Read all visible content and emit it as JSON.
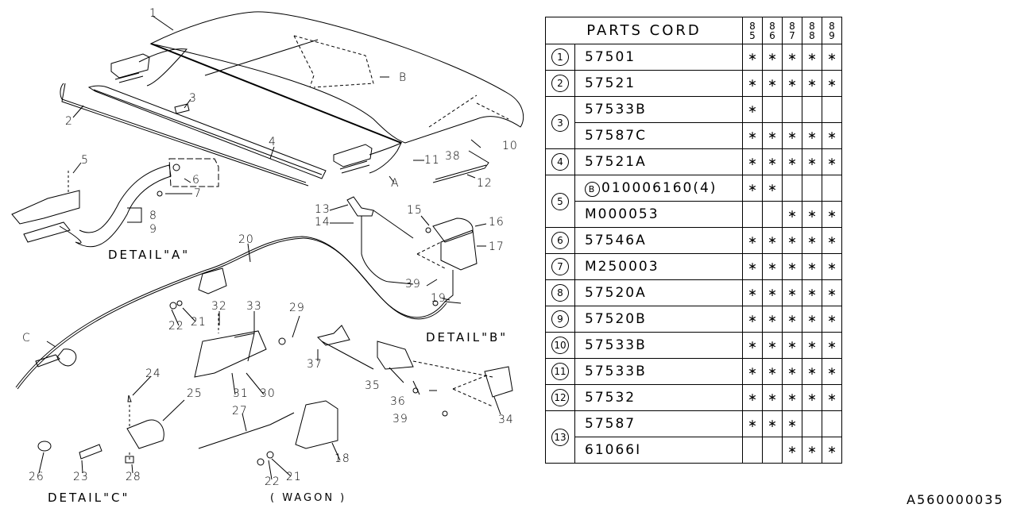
{
  "diagram": {
    "captions": {
      "detail_a": "DETAIL\"A\"",
      "detail_b": "DETAIL\"B\"",
      "detail_c": "DETAIL\"C\"",
      "wagon": "( WAGON )"
    },
    "callouts": {
      "c1": "1",
      "c2": "2",
      "c3": "3",
      "c4": "4",
      "c5": "5",
      "c6": "6",
      "c7": "7",
      "c8": "8",
      "c9": "9",
      "c10": "10",
      "c11": "11",
      "c12": "12",
      "c13": "13",
      "c14": "14",
      "c15": "15",
      "c16": "16",
      "c17": "17",
      "c18": "18",
      "c19": "19",
      "c20": "20",
      "c21a": "21",
      "c21b": "21",
      "c22a": "22",
      "c22b": "22",
      "c23": "23",
      "c24": "24",
      "c25": "25",
      "c26": "26",
      "c27": "27",
      "c28": "28",
      "c29": "29",
      "c30": "30",
      "c31": "31",
      "c32": "32",
      "c33": "33",
      "c34": "34",
      "c35": "35",
      "c36": "36",
      "c37": "37",
      "c38": "38",
      "c39a": "39",
      "c39b": "39",
      "ref_a": "A",
      "ref_b": "B",
      "ref_c": "C"
    }
  },
  "table": {
    "title": "PARTS CORD",
    "years": [
      [
        "8",
        "5"
      ],
      [
        "8",
        "6"
      ],
      [
        "8",
        "7"
      ],
      [
        "8",
        "8"
      ],
      [
        "8",
        "9"
      ]
    ],
    "mark": "∗",
    "rows": [
      {
        "ref": "1",
        "code": "57501",
        "badge": "",
        "years": [
          true,
          true,
          true,
          true,
          true
        ]
      },
      {
        "ref": "2",
        "code": "57521",
        "badge": "",
        "years": [
          true,
          true,
          true,
          true,
          true
        ]
      },
      {
        "ref": "3",
        "code": "57533B",
        "badge": "",
        "years": [
          true,
          false,
          false,
          false,
          false
        ]
      },
      {
        "ref": "",
        "code": "57587C",
        "badge": "",
        "years": [
          true,
          true,
          true,
          true,
          true
        ]
      },
      {
        "ref": "4",
        "code": "57521A",
        "badge": "",
        "years": [
          true,
          true,
          true,
          true,
          true
        ]
      },
      {
        "ref": "5",
        "code": "010006160(4)",
        "badge": "B",
        "years": [
          true,
          true,
          false,
          false,
          false
        ]
      },
      {
        "ref": "",
        "code": "M000053",
        "badge": "",
        "years": [
          false,
          false,
          true,
          true,
          true
        ]
      },
      {
        "ref": "6",
        "code": "57546A",
        "badge": "",
        "years": [
          true,
          true,
          true,
          true,
          true
        ]
      },
      {
        "ref": "7",
        "code": "M250003",
        "badge": "",
        "years": [
          true,
          true,
          true,
          true,
          true
        ]
      },
      {
        "ref": "8",
        "code": "57520A",
        "badge": "",
        "years": [
          true,
          true,
          true,
          true,
          true
        ]
      },
      {
        "ref": "9",
        "code": "57520B",
        "badge": "",
        "years": [
          true,
          true,
          true,
          true,
          true
        ]
      },
      {
        "ref": "10",
        "code": "57533B",
        "badge": "",
        "years": [
          true,
          true,
          true,
          true,
          true
        ]
      },
      {
        "ref": "11",
        "code": "57533B",
        "badge": "",
        "years": [
          true,
          true,
          true,
          true,
          true
        ]
      },
      {
        "ref": "12",
        "code": "57532",
        "badge": "",
        "years": [
          true,
          true,
          true,
          true,
          true
        ]
      },
      {
        "ref": "13",
        "code": "57587",
        "badge": "",
        "years": [
          true,
          true,
          true,
          false,
          false
        ]
      },
      {
        "ref": "",
        "code": "61066I",
        "badge": "",
        "years": [
          false,
          false,
          true,
          true,
          true
        ]
      }
    ],
    "spans": {
      "0": 1,
      "1": 1,
      "2": 2,
      "4": 1,
      "5": 2,
      "7": 1,
      "8": 1,
      "9": 1,
      "10": 1,
      "11": 1,
      "12": 1,
      "13": 1,
      "14": 2
    }
  },
  "doc_id": "A560000035"
}
